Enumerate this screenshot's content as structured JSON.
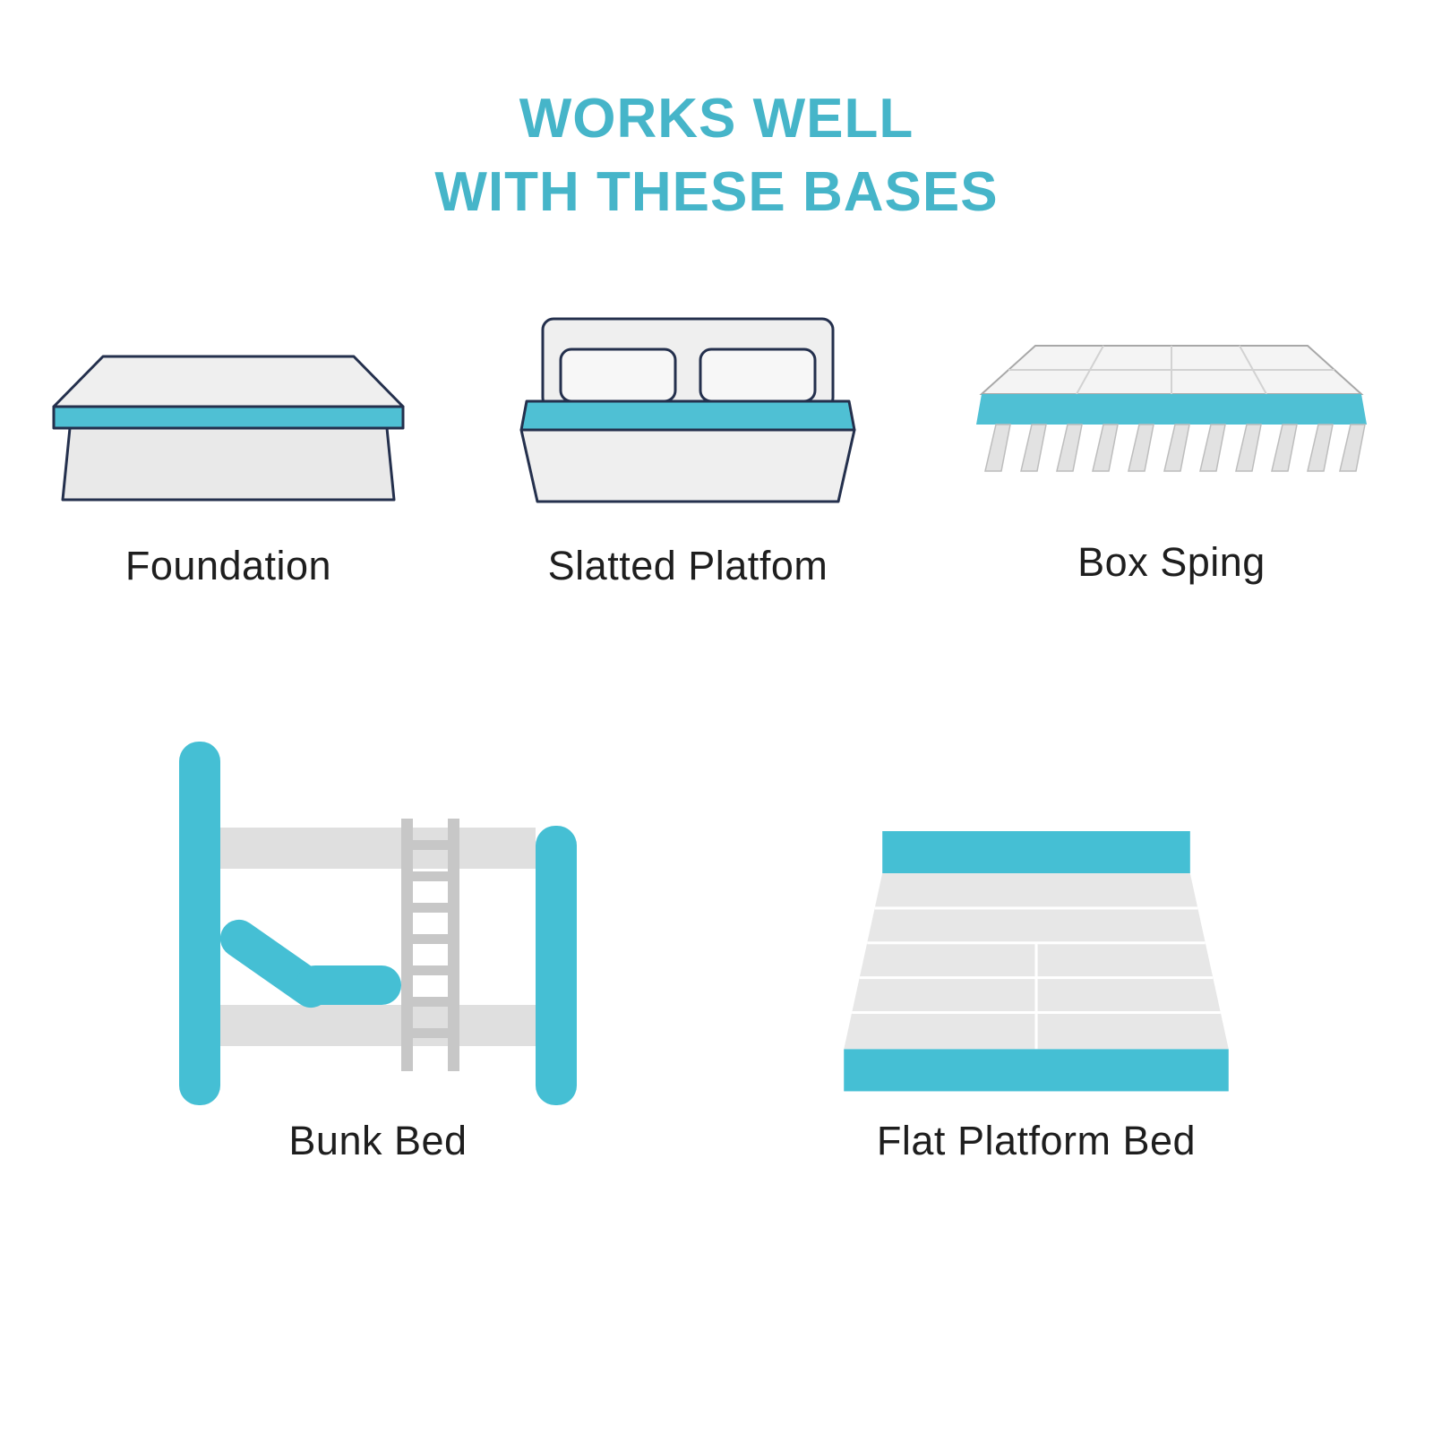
{
  "title": {
    "line1": "WORKS WELL",
    "line2": "WITH THESE BASES"
  },
  "items": [
    {
      "label": "Foundation",
      "icon": "foundation-illustration"
    },
    {
      "label": "Slatted Platfom",
      "icon": "slatted-platform-illustration"
    },
    {
      "label": "Box Sping",
      "icon": "box-spring-illustration"
    },
    {
      "label": "Bunk Bed",
      "icon": "bunk-bed-illustration"
    },
    {
      "label": "Flat Platform Bed",
      "icon": "flat-platform-bed-illustration"
    }
  ],
  "colors": {
    "accent_teal": "#46b5c9",
    "illustration_teal": "#4fc0d4",
    "light_gray": "#efefef",
    "mid_gray": "#dfdfdf",
    "dark_gray": "#c7c7c7",
    "outline_navy": "#24304d",
    "label_text": "#1e1e1e",
    "background": "#ffffff"
  }
}
